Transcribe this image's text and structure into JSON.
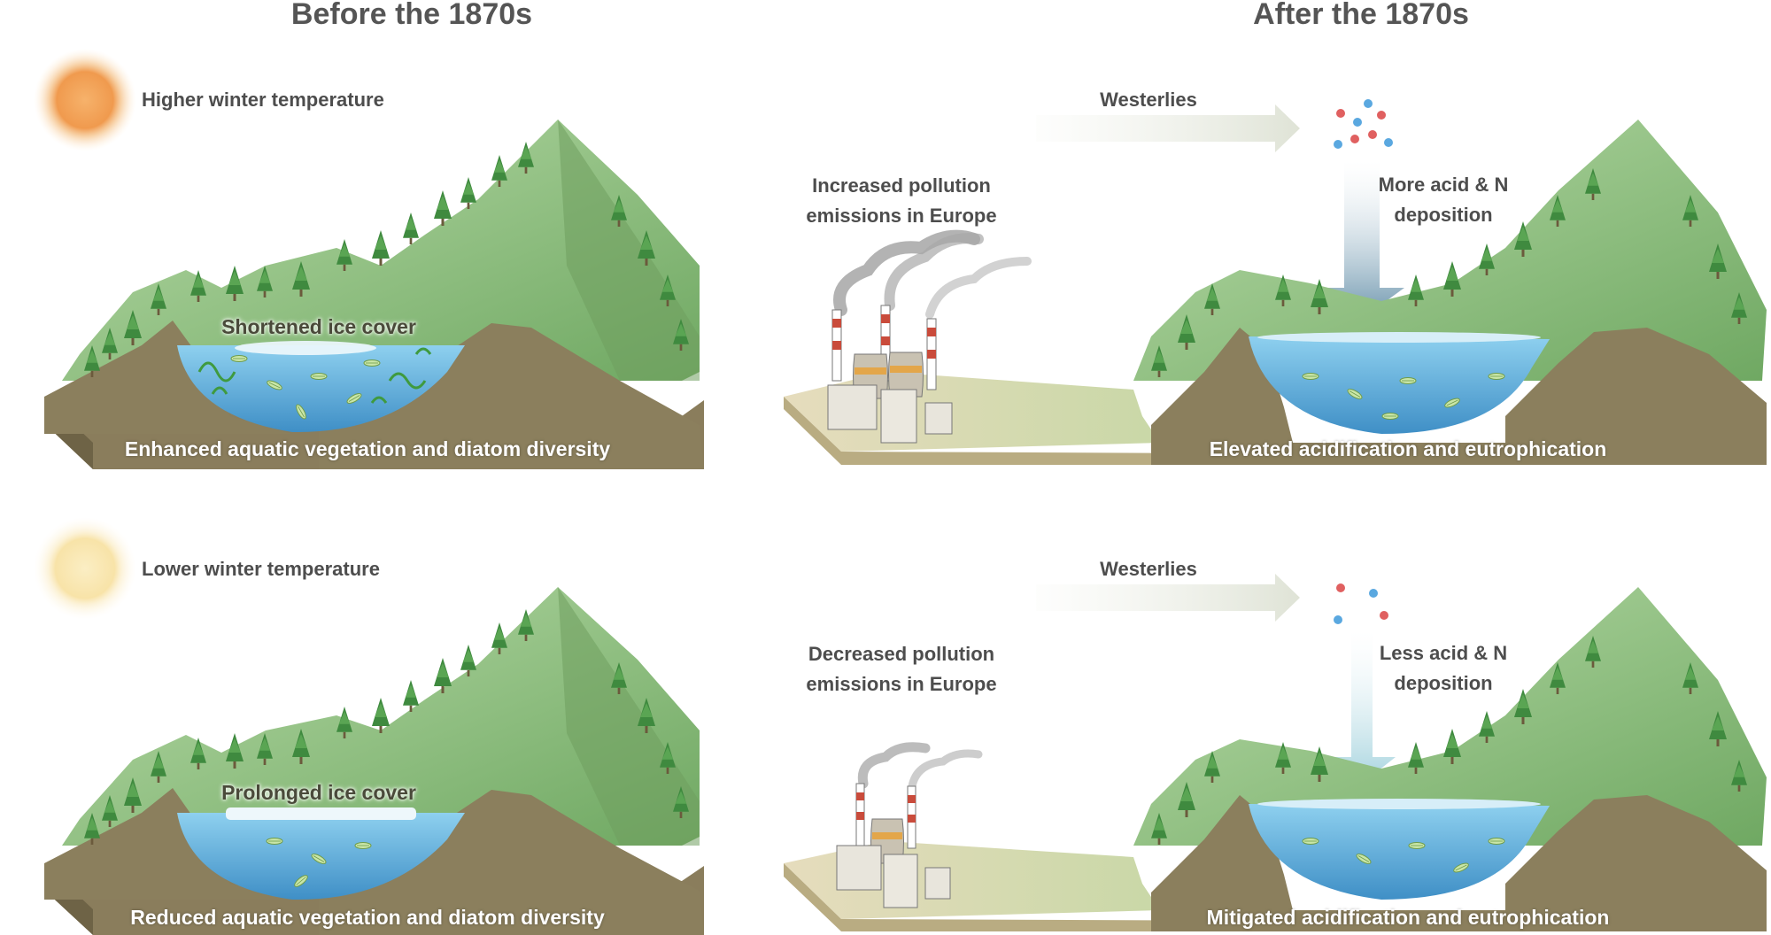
{
  "headers": {
    "before": "Before the 1870s",
    "after": "After the 1870s"
  },
  "top_row": {
    "climate_label": "Higher winter temperature",
    "ice_label": "Shortened ice cover",
    "lake_before_label": "Enhanced aquatic vegetation and diatom diversity",
    "wind_label": "Westerlies",
    "pollution_label_line1": "Increased pollution",
    "pollution_label_line2": "emissions in Europe",
    "deposition_line1": "More acid & N",
    "deposition_line2": "deposition",
    "lake_after_label": "Elevated acidification and eutrophication"
  },
  "bottom_row": {
    "climate_label": "Lower winter temperature",
    "ice_label": "Prolonged ice cover",
    "lake_before_label": "Reduced aquatic vegetation and diatom diversity",
    "wind_label": "Westerlies",
    "pollution_label_line1": "Decreased pollution",
    "pollution_label_line2": "emissions in Europe",
    "deposition_line1": "Less acid & N",
    "deposition_line2": "deposition",
    "lake_after_label": "Mitigated acidification and eutrophication"
  },
  "colors": {
    "warm_sun": "#f2a05a",
    "cool_sun": "#f7e6b0",
    "lake_water": "#5fa8d6",
    "soil": "#857a5c",
    "forest": "#3f8a3f",
    "mountain": "#8fc17f",
    "acid_particle": "#e06060",
    "nitrogen_particle": "#5aa8e0"
  }
}
